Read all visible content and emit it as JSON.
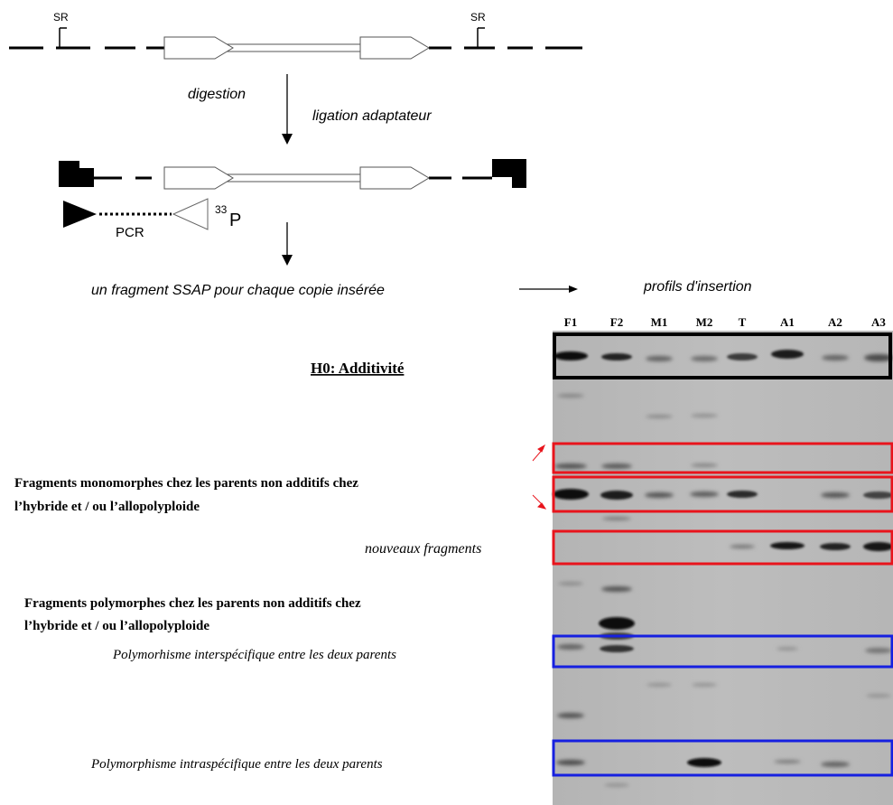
{
  "schema": {
    "sr_left": "SR",
    "sr_right": "SR",
    "step_digestion": "digestion",
    "step_ligation": "ligation adaptateur",
    "pcr_label": "PCR",
    "isotope_mass": "33",
    "isotope_symbol": "P",
    "result_text": "un fragment SSAP pour chaque copie insérée",
    "profiles_label": "profils d'insertion"
  },
  "gel": {
    "lanes": [
      "F1",
      "F2",
      "M1",
      "M2",
      "T",
      "A1",
      "A2",
      "A3"
    ]
  },
  "annotations": {
    "h0": "H0: Additivité",
    "monomorphic_line1": "Fragments monomorphes chez les parents non additifs chez",
    "monomorphic_line2": "l’hybride et / ou l’allopolyploide",
    "new_fragments": "nouveaux fragments",
    "polymorphic_line1": "Fragments polymorphes chez les parents non additifs chez",
    "polymorphic_line2": "l’hybride et / ou l’allopolyploide",
    "interspecific": "Polymorhisme interspécifique entre les deux parents",
    "intraspecific": "Polymorphisme intraspécifique entre les deux parents"
  },
  "colors": {
    "red_box": "#e8141c",
    "blue_box": "#1620e0",
    "black_box": "#000000",
    "gel_background": "#b9b9b9"
  }
}
